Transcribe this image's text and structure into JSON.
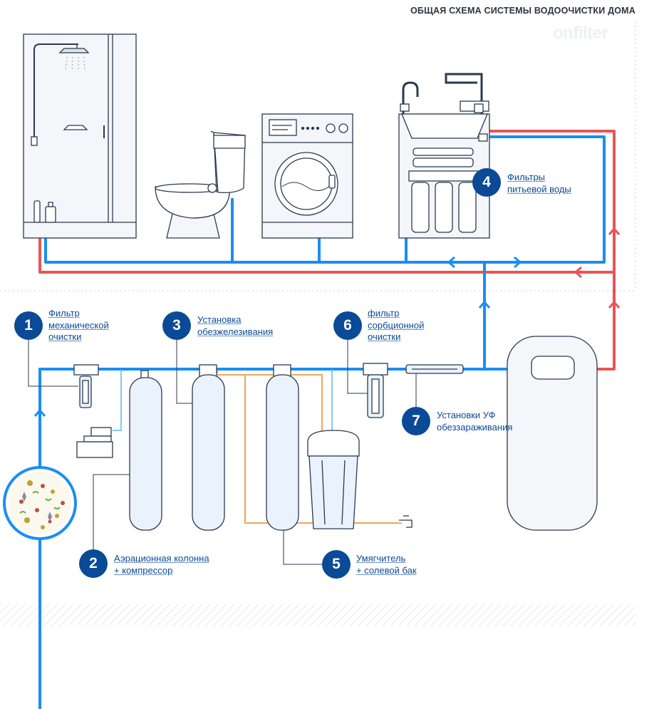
{
  "header": {
    "title": "ОБЩАЯ СХЕМА СИСТЕМЫ ВОДООЧИСТКИ ДОМА",
    "logo": "onfilter"
  },
  "steps": [
    {
      "number": "1",
      "lines": [
        "Фильтр",
        "механической",
        "очистки"
      ]
    },
    {
      "number": "2",
      "lines": [
        "Аэрационная колонна",
        "+ компрессор"
      ]
    },
    {
      "number": "3",
      "lines": [
        "Установка",
        "обезжелезивания"
      ]
    },
    {
      "number": "4",
      "lines": [
        "Фильтры",
        "питьевой воды"
      ]
    },
    {
      "number": "5",
      "lines": [
        "Умягчитель",
        "+ солевой бак"
      ]
    },
    {
      "number": "6",
      "lines": [
        "фильтр",
        "сорбционной",
        "очистки"
      ]
    },
    {
      "number": "7",
      "lines": [
        "Установки УФ",
        "обеззараживания"
      ]
    }
  ],
  "colors": {
    "cold_pipe": "#1a8ef0",
    "hot_pipe": "#e85555",
    "drain_pipe": "#f2a45a",
    "badge": "#0a4a96",
    "outline": "#2a3a4e",
    "fixture_fill": "#f4f6f9",
    "tank_fill": "#eaf3fd"
  },
  "icons": [
    "shower-icon",
    "toilet-icon",
    "washing-machine-icon",
    "kitchen-sink-icon",
    "water-heater-icon",
    "faucet-icon",
    "bacteria-icon"
  ]
}
